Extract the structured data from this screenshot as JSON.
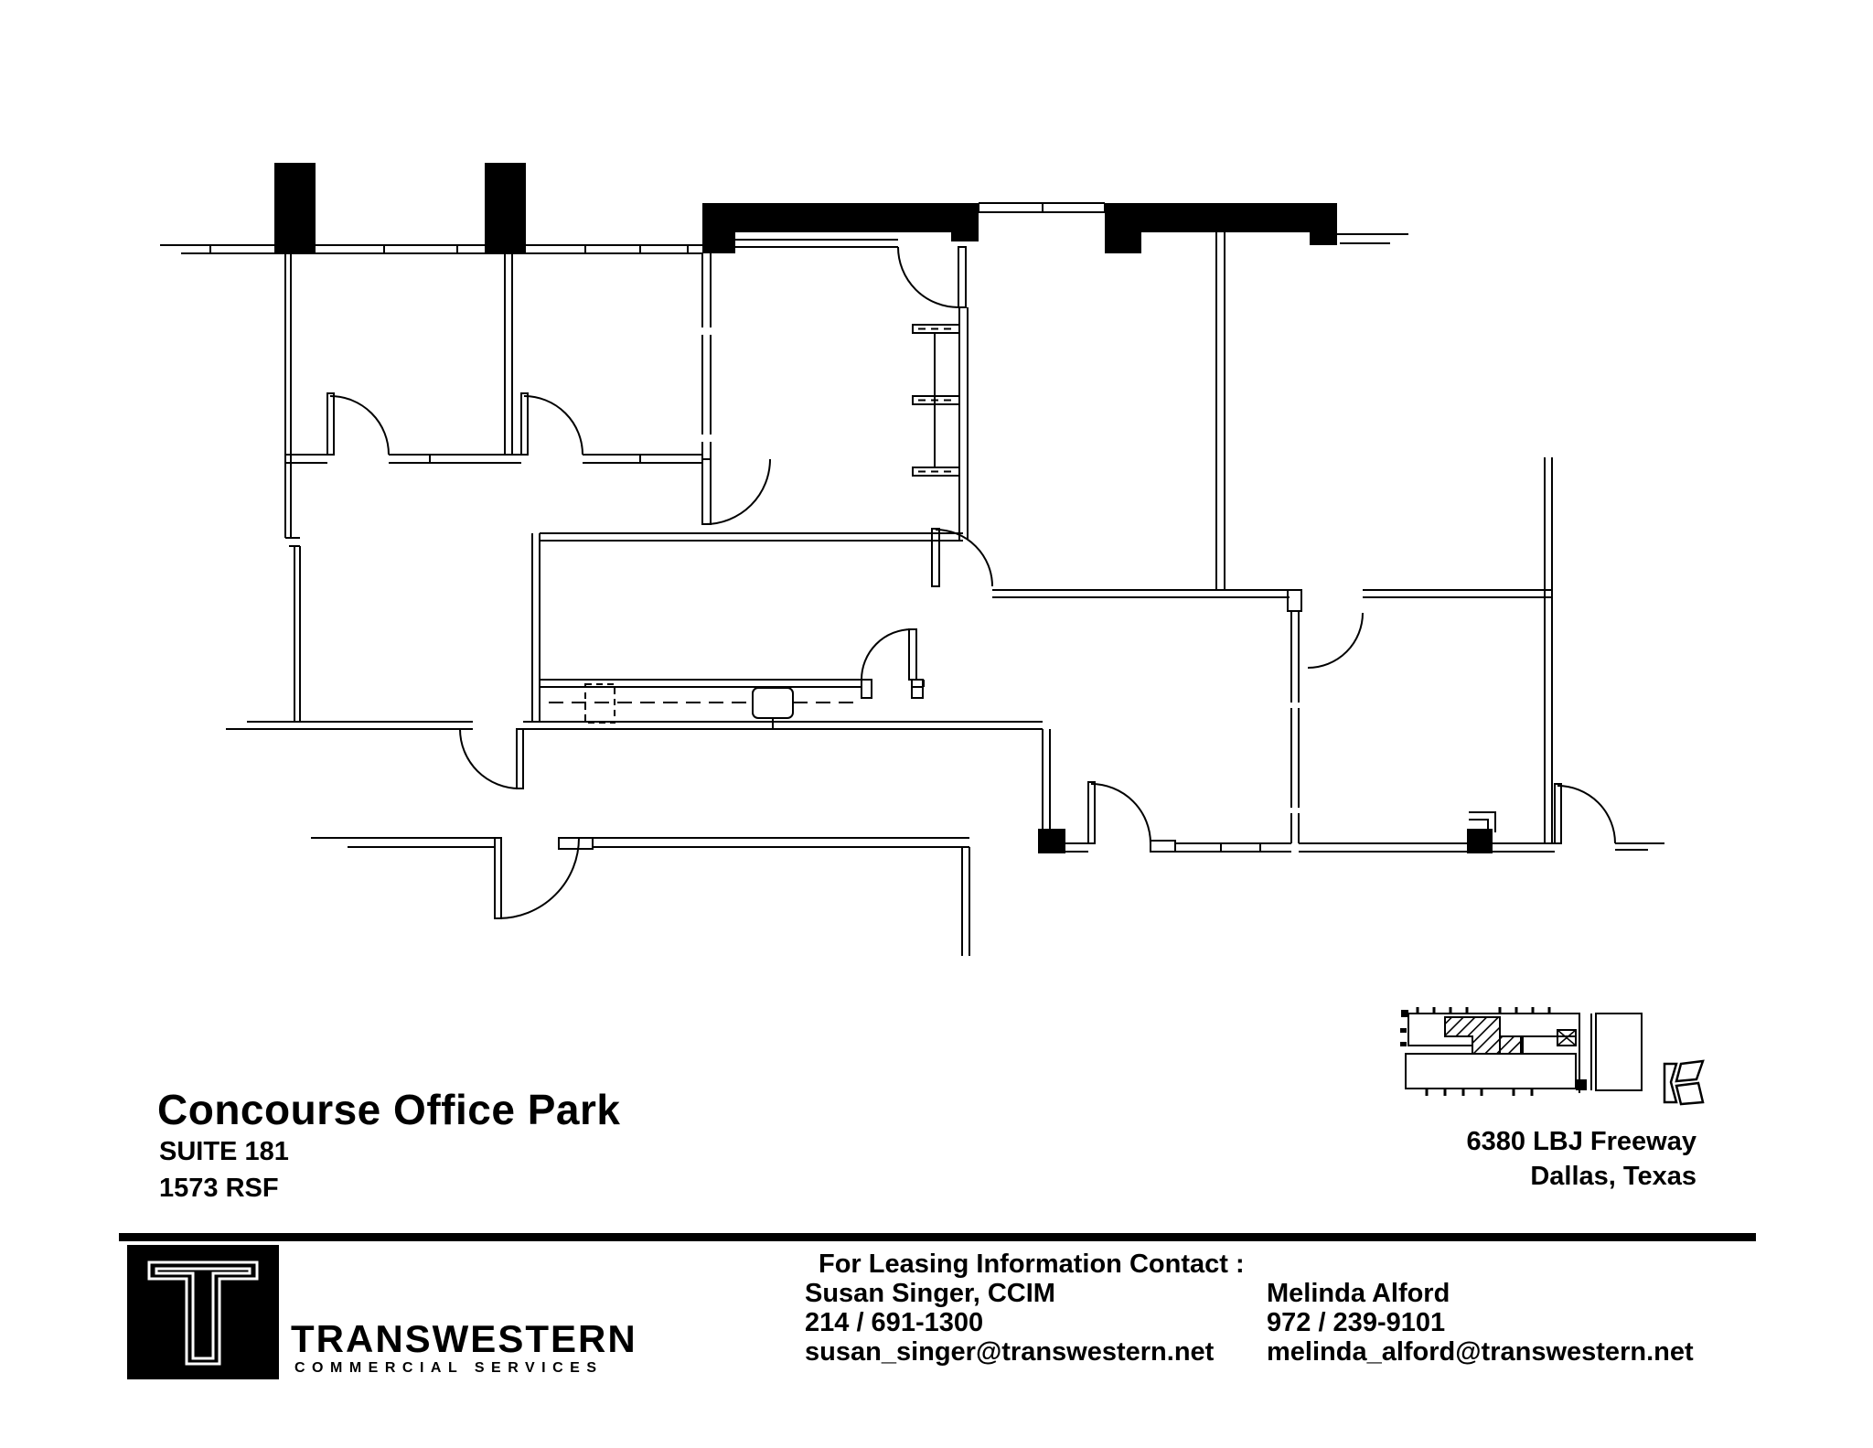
{
  "document": {
    "title": "Concourse Office Park",
    "suite": "SUITE 181",
    "area": "1573 RSF",
    "address": {
      "line1": "6380 LBJ Freeway",
      "line2": "Dallas, Texas"
    },
    "contact": {
      "heading": "For Leasing Information Contact :",
      "agents": [
        {
          "name": "Susan Singer, CCIM",
          "phone": "214 / 691-1300",
          "email": "susan_singer@transwestern.net"
        },
        {
          "name": "Melinda Alford",
          "phone": "972 / 239-9101",
          "email": "melinda_alford@transwestern.net"
        }
      ]
    },
    "brand": {
      "name": "TRANSWESTERN",
      "tagline": "COMMERCIAL  SERVICES"
    },
    "colors": {
      "ink": "#000000",
      "paper": "#ffffff"
    }
  }
}
